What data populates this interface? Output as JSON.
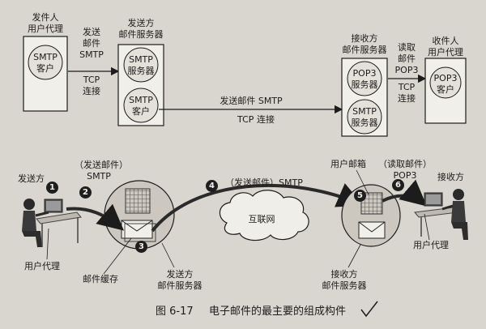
{
  "top": {
    "sender_ua": {
      "title_line1": "发件人",
      "title_line2": "用户代理",
      "smtp_client": "SMTP",
      "smtp_client_line2": "客户"
    },
    "link1": {
      "line1": "发送",
      "line2": "邮件",
      "line3": "SMTP",
      "line4": "TCP",
      "line5": "连接"
    },
    "sender_server": {
      "title_line1": "发送方",
      "title_line2": "邮件服务器",
      "smtp_server_line1": "SMTP",
      "smtp_server_line2": "服务器",
      "smtp_client_line1": "SMTP",
      "smtp_client_line2": "客户"
    },
    "middle_link": {
      "line1": "发送邮件 SMTP",
      "line2": "TCP 连接"
    },
    "receiver_server": {
      "title_line1": "接收方",
      "title_line2": "邮件服务器",
      "pop3_server_line1": "POP3",
      "pop3_server_line2": "服务器",
      "smtp_server_line1": "SMTP",
      "smtp_server_line2": "服务器"
    },
    "link3": {
      "line1": "读取",
      "line2": "邮件",
      "line3": "POP3",
      "line4": "TCP",
      "line5": "连接"
    },
    "receiver_ua": {
      "title_line1": "收件人",
      "title_line2": "用户代理",
      "pop3_client_line1": "POP3",
      "pop3_client_line2": "客户"
    }
  },
  "bottom": {
    "sender_label": "发送方",
    "user_agent_left": "用户代理",
    "send_mail_smtp_1_line1": "（发送邮件）",
    "send_mail_smtp_1_line2": "SMTP",
    "send_mail_smtp_4": "（发送邮件）SMTP",
    "internet": "互联网",
    "mail_buffer": "邮件缓存",
    "sender_server_line1": "发送方",
    "sender_server_line2": "邮件服务器",
    "mailbox": "用户邮箱",
    "read_mail_line1": "（读取邮件）",
    "read_mail_line2": "POP3",
    "receiver_label": "接收方",
    "user_agent_right": "用户代理",
    "receiver_server_line1": "接收方",
    "receiver_server_line2": "邮件服务器",
    "steps": [
      "1",
      "2",
      "3",
      "4",
      "5",
      "6"
    ]
  },
  "caption": {
    "figure": "图 6-17",
    "text": "电子邮件的最主要的组成构件"
  }
}
